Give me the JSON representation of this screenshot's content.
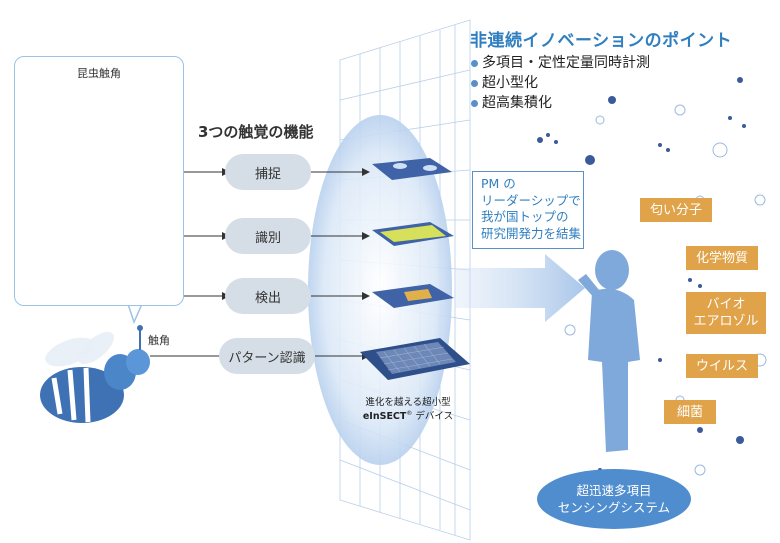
{
  "insect_panel": {
    "title": "昆虫触角"
  },
  "antenna_label": "触角",
  "functions": {
    "title": "3つの触覚の機能",
    "items": [
      {
        "label": "捕捉"
      },
      {
        "label": "識別"
      },
      {
        "label": "検出"
      },
      {
        "label": "パターン認識"
      }
    ]
  },
  "device_caption": {
    "line1": "進化を越える超小型",
    "name": "eInSECT",
    "reg": "®",
    "suffix": " デバイス"
  },
  "points": {
    "title": "非連続イノベーションのポイント",
    "items": [
      "多項目・定性定量同時計測",
      "超小型化",
      "超高集積化"
    ]
  },
  "pm_box": {
    "lines": [
      "PM の",
      "リーダーシップで",
      "我が国トップの",
      "研究開発力を結集"
    ]
  },
  "targets": [
    {
      "label": "匂い分子"
    },
    {
      "label": "化学物質"
    },
    {
      "line1": "バイオ",
      "line2": "エアロゾル"
    },
    {
      "label": "ウイルス"
    },
    {
      "label": "細菌"
    }
  ],
  "system": {
    "line1": "超迅速多項目",
    "line2": "センシングシステム"
  },
  "colors": {
    "accent_blue": "#2f7fc0",
    "tag_orange": "#e0a34a",
    "pill_gray": "#d5dde6",
    "silhouette": "#7fa9da",
    "system_blue": "#4f8dcf"
  }
}
